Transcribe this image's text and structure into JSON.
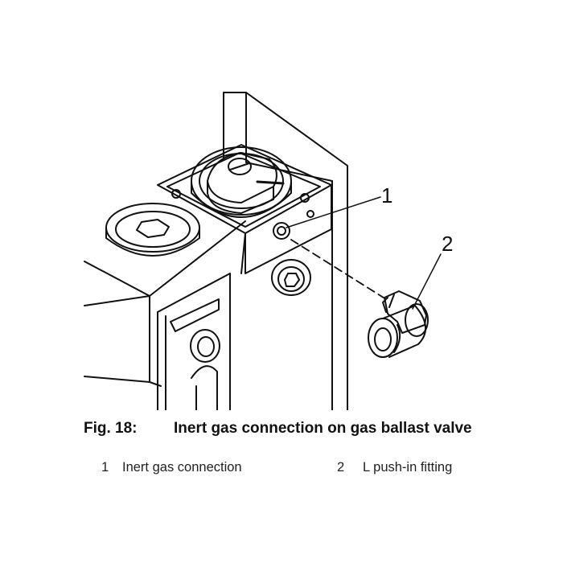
{
  "figure": {
    "callouts": [
      "1",
      "2"
    ]
  },
  "caption": {
    "label": "Fig. 18:",
    "title": "Inert gas connection on gas ballast valve"
  },
  "legend": [
    {
      "number": "1",
      "text": "Inert gas connection"
    },
    {
      "number": "2",
      "text": "L push-in fitting"
    }
  ]
}
